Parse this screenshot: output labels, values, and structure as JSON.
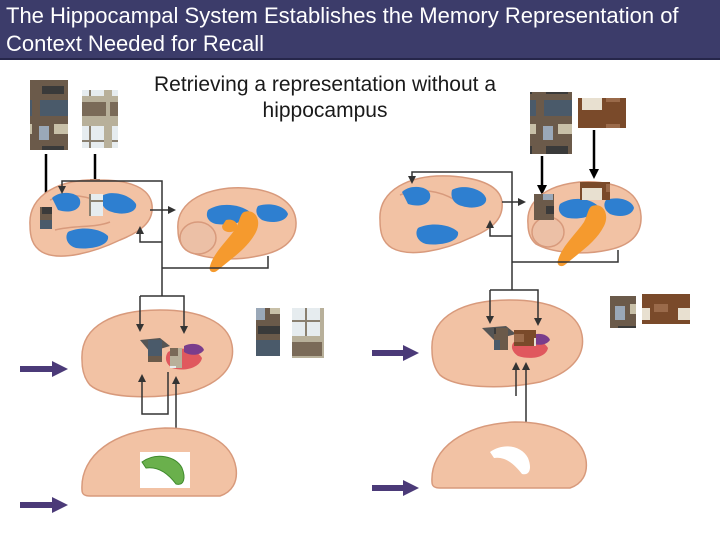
{
  "title": "The Hippocampal System Establishes the Memory Representation of Context Needed for Recall",
  "subtitle": "Retrieving a representation without a hippocampus",
  "colors": {
    "title_background": "#3c3c6a",
    "brain_fill": "#f2c2a4",
    "brain_shade": "#d89a7c",
    "cortex_areas": "#2e7fd0",
    "pathway": "#f59a2e",
    "parahippocampal": "#e0585e",
    "entorhinal": "#7a3d8c",
    "hippocampus_intact": "#6ab04c",
    "hippocampus_lesioned": "#ffffff",
    "input_arrow": "#4b3a78",
    "connection_lines": "#333333"
  },
  "panels": [
    {
      "id": "intact",
      "hippocampus": "present"
    },
    {
      "id": "lesioned",
      "hippocampus": "removed"
    }
  ],
  "scene_images": [
    "office-scene-photo",
    "window-scene-photo"
  ]
}
